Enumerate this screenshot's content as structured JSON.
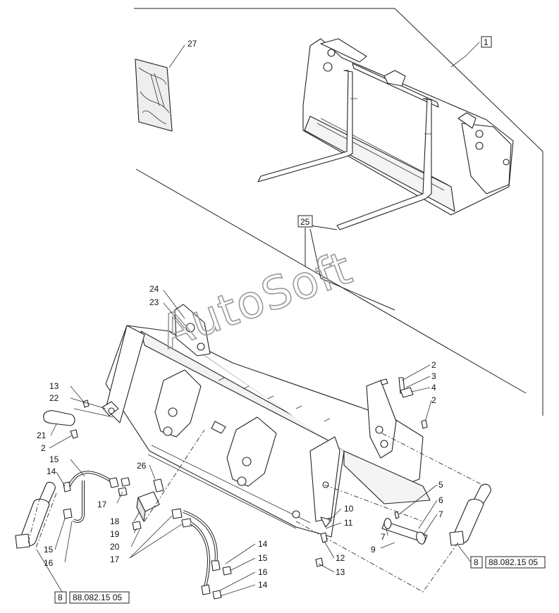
{
  "callouts": [
    {
      "id": "c27",
      "text": "27"
    },
    {
      "id": "c1",
      "text": "1"
    },
    {
      "id": "c25",
      "text": "25"
    },
    {
      "id": "c24",
      "text": "24"
    },
    {
      "id": "c23",
      "text": "23"
    },
    {
      "id": "c2a",
      "text": "2"
    },
    {
      "id": "c3",
      "text": "3"
    },
    {
      "id": "c4",
      "text": "4"
    },
    {
      "id": "c2b",
      "text": "2"
    },
    {
      "id": "c13a",
      "text": "13"
    },
    {
      "id": "c22",
      "text": "22"
    },
    {
      "id": "c21",
      "text": "21"
    },
    {
      "id": "c2c",
      "text": "2"
    },
    {
      "id": "c15a",
      "text": "15"
    },
    {
      "id": "c14a",
      "text": "14"
    },
    {
      "id": "c26",
      "text": "26"
    },
    {
      "id": "c17a",
      "text": "17"
    },
    {
      "id": "c18",
      "text": "18"
    },
    {
      "id": "c19",
      "text": "19"
    },
    {
      "id": "c20",
      "text": "20"
    },
    {
      "id": "c17b",
      "text": "17"
    },
    {
      "id": "c15b",
      "text": "15"
    },
    {
      "id": "c16a",
      "text": "16"
    },
    {
      "id": "c5",
      "text": "5"
    },
    {
      "id": "c6",
      "text": "6"
    },
    {
      "id": "c7a",
      "text": "7"
    },
    {
      "id": "c7b",
      "text": "7"
    },
    {
      "id": "c9",
      "text": "9"
    },
    {
      "id": "c10",
      "text": "10"
    },
    {
      "id": "c11",
      "text": "11"
    },
    {
      "id": "c12",
      "text": "12"
    },
    {
      "id": "c13b",
      "text": "13"
    },
    {
      "id": "c14b",
      "text": "14"
    },
    {
      "id": "c15c",
      "text": "15"
    },
    {
      "id": "c16b",
      "text": "16"
    },
    {
      "id": "c14c",
      "text": "14"
    }
  ],
  "references": [
    {
      "id": "ref-left",
      "index": "8",
      "code": "88.082.15 05"
    },
    {
      "id": "ref-right",
      "index": "8",
      "code": "88.082.15 05"
    }
  ],
  "watermark": "AutoSoft"
}
